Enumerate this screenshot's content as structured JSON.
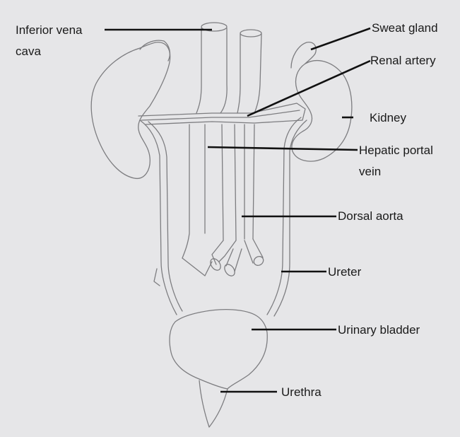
{
  "diagram": {
    "labels": {
      "inferior_vena_cava_line1": "Inferior vena",
      "inferior_vena_cava_line2": "cava",
      "sweat_gland": "Sweat gland",
      "renal_artery": "Renal artery",
      "kidney": "Kidney",
      "hepatic_portal_vein_line1": "Hepatic portal",
      "hepatic_portal_vein_line2": "vein",
      "dorsal_aorta": "Dorsal aorta",
      "ureter": "Ureter",
      "urinary_bladder": "Urinary bladder",
      "urethra": "Urethra"
    }
  }
}
